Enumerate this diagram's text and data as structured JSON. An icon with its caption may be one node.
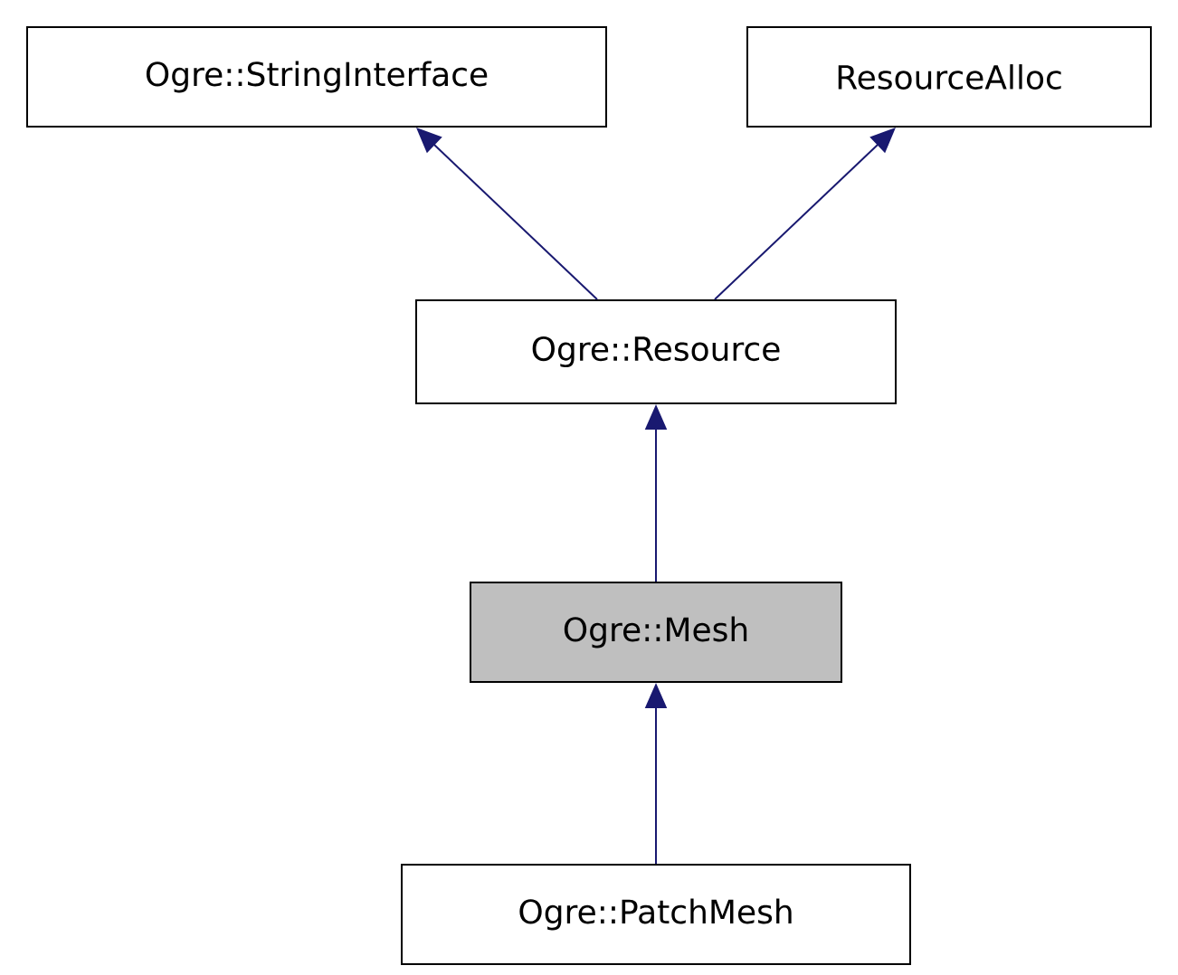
{
  "diagram": {
    "nodes": [
      {
        "text": [
          "Ogre::StringInterface"
        ]
      },
      {
        "text": [
          "ResourceAlloc"
        ]
      },
      {
        "text": [
          "Ogre::Resource"
        ]
      },
      {
        "text": [
          "Ogre::Mesh"
        ]
      },
      {
        "text": [
          "Ogre::PatchMesh"
        ]
      }
    ],
    "edges": [
      {
        "from": 2,
        "to": 0,
        "arrow": "to"
      },
      {
        "from": 2,
        "to": 1,
        "arrow": "to"
      },
      {
        "from": 3,
        "to": 2,
        "arrow": "to"
      },
      {
        "from": 4,
        "to": 3,
        "arrow": "to"
      }
    ]
  }
}
